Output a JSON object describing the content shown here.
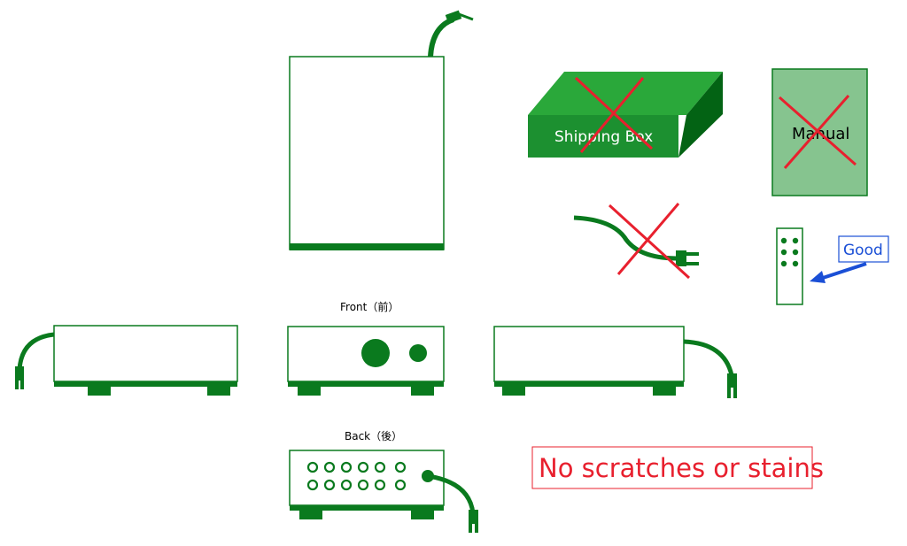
{
  "colors": {
    "green": "#0a7a1e",
    "green_dark": "#05661a",
    "box_top": "#2aa83a",
    "box_front": "#1c9030",
    "box_side": "#036314",
    "manual_fill": "#86c48f",
    "cross": "#e8202e",
    "good_blue": "#1a4fd6",
    "note_red": "#e8202e"
  },
  "labels": {
    "front_view": "Front（前）",
    "back_view": "Back（後）",
    "shipping_box": "Shipping Box",
    "manual": "Manual",
    "good_callout": "Good",
    "condition_note": "No scratches or stains"
  },
  "icons": {
    "unit_top": "device-top-view",
    "cable": "power-cable-icon",
    "remote": "remote-control-icon",
    "cross": "x-mark-icon",
    "arrow": "arrow-icon"
  }
}
